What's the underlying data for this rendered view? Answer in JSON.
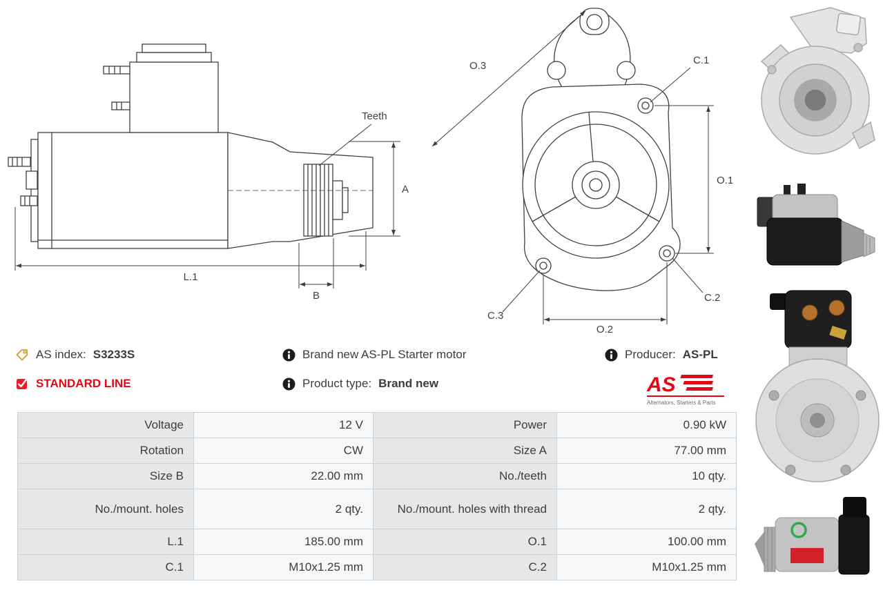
{
  "colors": {
    "brand_red": "#e30613",
    "text": "#3c3c3b",
    "table_border": "#c7d5de",
    "label_cell_bg": "#e7e7e7",
    "value_cell_bg": "#f7f7f7",
    "tag_icon": "#d79b2f",
    "info_icon": "#1d1d1b"
  },
  "info": {
    "as_index_label": "AS index:",
    "as_index_value": "S3233S",
    "standard_line_label": "STANDARD LINE",
    "brand_new_text": "Brand new AS-PL Starter motor",
    "product_type_label": "Product type:",
    "product_type_value": "Brand new",
    "producer_label": "Producer:",
    "producer_value": "AS-PL",
    "logo_text": "AS",
    "logo_tagline": "Alternators, Starters & Parts"
  },
  "diagrams": {
    "side_view": {
      "teeth": "Teeth",
      "a": "A",
      "l1": "L.1",
      "b": "B"
    },
    "front_view": {
      "o3": "O.3",
      "c1": "C.1",
      "o1": "O.1",
      "c2": "C.2",
      "c3": "C.3",
      "o2": "O.2"
    }
  },
  "specs": {
    "rows": [
      {
        "label1": "Voltage",
        "value1": "12 V",
        "label2": "Power",
        "value2": "0.90 kW"
      },
      {
        "label1": "Rotation",
        "value1": "CW",
        "label2": "Size A",
        "value2": "77.00 mm"
      },
      {
        "label1": "Size B",
        "value1": "22.00 mm",
        "label2": "No./teeth",
        "value2": "10 qty."
      },
      {
        "label1": "No./mount. holes",
        "value1": "2 qty.",
        "label2": "No./mount. holes with thread",
        "value2": "2 qty."
      },
      {
        "label1": "L.1",
        "value1": "185.00 mm",
        "label2": "O.1",
        "value2": "100.00 mm"
      },
      {
        "label1": "C.1",
        "value1": "M10x1.25 mm",
        "label2": "C.2",
        "value2": "M10x1.25 mm"
      }
    ]
  }
}
